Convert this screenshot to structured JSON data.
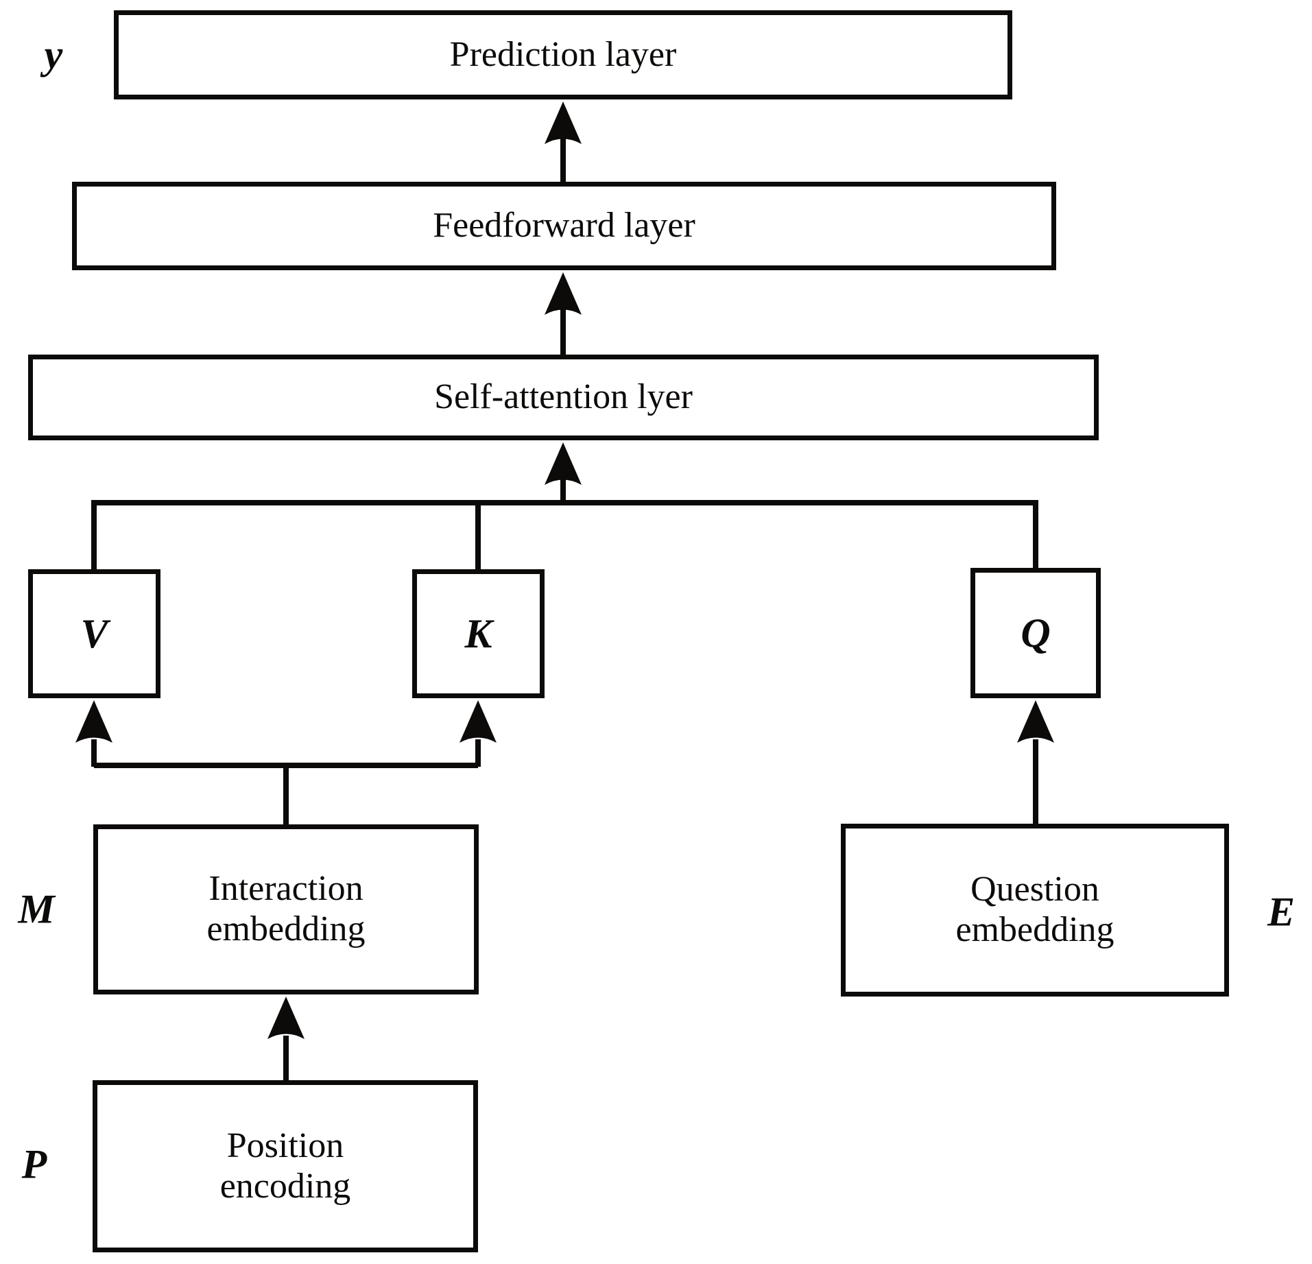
{
  "diagram": {
    "colors": {
      "line": "#0d0b09",
      "background": "#ffffff"
    },
    "nodes": {
      "prediction_layer": {
        "label": "Prediction layer"
      },
      "feedforward_layer": {
        "label": "Feedforward layer"
      },
      "self_attention_layer": {
        "label": "Self-attention lyer"
      },
      "value": {
        "label": "V"
      },
      "key": {
        "label": "K"
      },
      "query": {
        "label": "Q"
      },
      "interaction_embedding": {
        "label": "Interaction\nembedding"
      },
      "question_embedding": {
        "label": "Question\nembedding"
      },
      "position_encoding": {
        "label": "Position\nencoding"
      }
    },
    "side_labels": {
      "output_y": "y",
      "interaction_matrix_m": "M",
      "question_matrix_e": "E",
      "position_matrix_p": "P"
    },
    "edges": [
      {
        "from": "Feedforward layer",
        "to": "Prediction layer"
      },
      {
        "from": "Self-attention lyer",
        "to": "Feedforward layer"
      },
      {
        "from": "V / K / Q branch",
        "to": "Self-attention lyer"
      },
      {
        "from": "Interaction embedding",
        "to": "V"
      },
      {
        "from": "Interaction embedding",
        "to": "K"
      },
      {
        "from": "Question embedding",
        "to": "Q"
      },
      {
        "from": "Position encoding",
        "to": "Interaction embedding"
      }
    ]
  }
}
